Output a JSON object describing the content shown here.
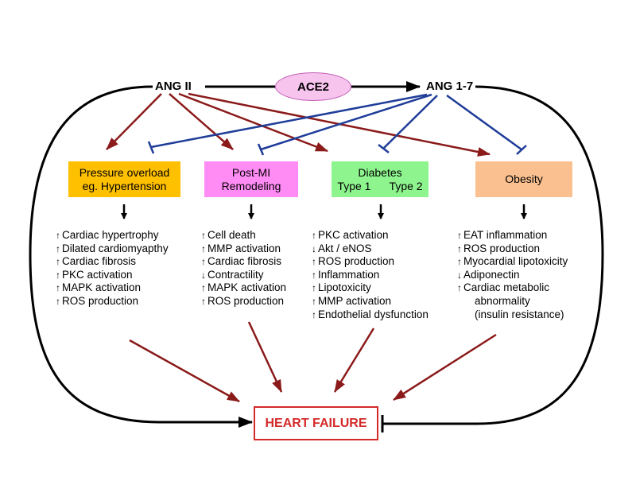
{
  "nodes": {
    "ang2": "ANG II",
    "ace2": "ACE2",
    "ang17": "ANG 1-7",
    "heart_failure": "HEART FAILURE"
  },
  "conditions": [
    {
      "lines": [
        "Pressure overload",
        "eg. Hypertension"
      ],
      "color": "#ffc000"
    },
    {
      "lines": [
        "Post-MI",
        "Remodeling"
      ],
      "color": "#ff8cf5"
    },
    {
      "lines": [
        "Diabetes",
        "Type 1      Type 2"
      ],
      "color": "#8ef58e"
    },
    {
      "lines": [
        "Obesity"
      ],
      "color": "#fac090"
    }
  ],
  "effects": [
    [
      {
        "dir": "up",
        "text": "Cardiac hypertrophy"
      },
      {
        "dir": "up",
        "text": "Dilated cardiomyapthy"
      },
      {
        "dir": "up",
        "text": "Cardiac fibrosis"
      },
      {
        "dir": "up",
        "text": "PKC activation"
      },
      {
        "dir": "up",
        "text": "MAPK activation"
      },
      {
        "dir": "up",
        "text": "ROS production"
      }
    ],
    [
      {
        "dir": "up",
        "text": "Cell death"
      },
      {
        "dir": "up",
        "text": "MMP activation"
      },
      {
        "dir": "up",
        "text": "Cardiac fibrosis"
      },
      {
        "dir": "down",
        "text": "Contractility"
      },
      {
        "dir": "up",
        "text": "MAPK activation"
      },
      {
        "dir": "up",
        "text": "ROS production"
      }
    ],
    [
      {
        "dir": "up",
        "text": "PKC activation"
      },
      {
        "dir": "down",
        "text": "Akt / eNOS"
      },
      {
        "dir": "up",
        "text": "ROS production"
      },
      {
        "dir": "up",
        "text": "Inflammation"
      },
      {
        "dir": "up",
        "text": "Lipotoxicity"
      },
      {
        "dir": "up",
        "text": "MMP activation"
      },
      {
        "dir": "up",
        "text": "Endothelial dysfunction"
      }
    ],
    [
      {
        "dir": "up",
        "text": "EAT inflammation"
      },
      {
        "dir": "up",
        "text": "ROS production"
      },
      {
        "dir": "up",
        "text": "Myocardial lipotoxicity"
      },
      {
        "dir": "down",
        "text": "Adiponectin"
      },
      {
        "dir": "up",
        "text": "Cardiac metabolic"
      },
      {
        "dir": "none",
        "text": "abnormality"
      },
      {
        "dir": "none",
        "text": "(insulin resistance)"
      }
    ]
  ],
  "colors": {
    "activation_arrow": "#8b1a1a",
    "inhibition_line": "#1f3d99",
    "heart_failure_text": "#d42a2a",
    "ace2_fill": "#f7c4ee"
  }
}
